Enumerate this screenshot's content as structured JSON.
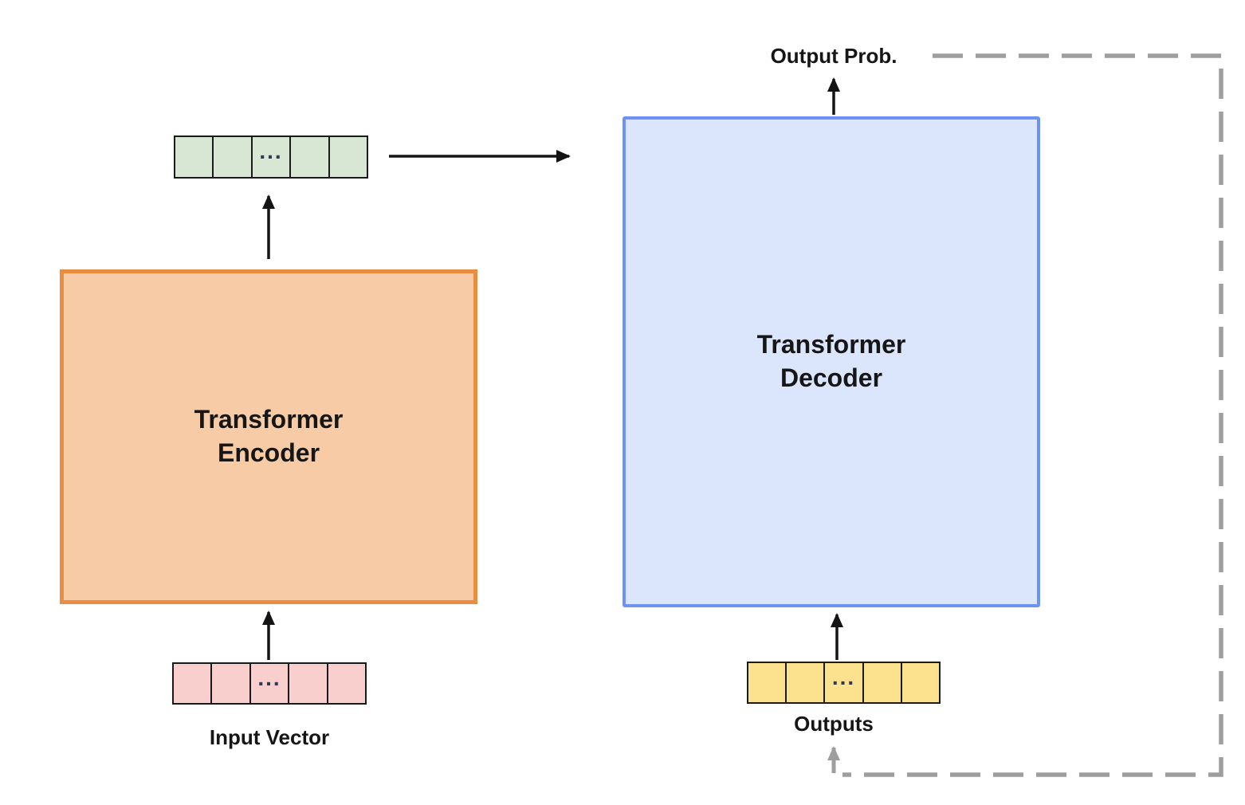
{
  "boxes": {
    "encoder": {
      "label_lines": [
        "Transformer",
        "Encoder"
      ]
    },
    "decoder": {
      "label_lines": [
        "Transformer",
        "Decoder"
      ]
    }
  },
  "vectors": {
    "encoded": {
      "cell_count": 5,
      "ellipsis": "..."
    },
    "input": {
      "cell_count": 5,
      "ellipsis": "...",
      "label": "Input Vector"
    },
    "outputs": {
      "cell_count": 5,
      "ellipsis": "...",
      "label": "Outputs"
    }
  },
  "labels": {
    "output_prob": "Output Prob."
  },
  "colors": {
    "encoder_fill": "#f7cba5",
    "encoder_border": "#e98e41",
    "decoder_fill": "#dbe5fc",
    "decoder_border": "#6c93f4",
    "green_fill": "#d8e7d4",
    "pink_fill": "#f9cfce",
    "yellow_fill": "#fce18e",
    "cell_border": "#1a1a1a",
    "arrow": "#141414",
    "dashed": "#9e9e9e",
    "ellipsis": "#2d3a50"
  }
}
